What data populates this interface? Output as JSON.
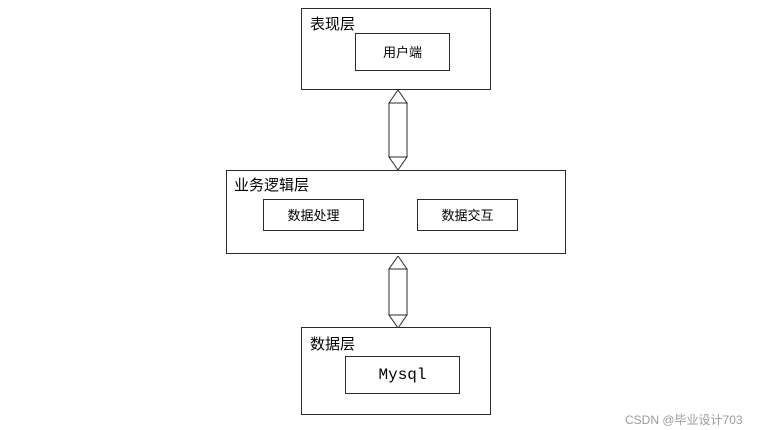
{
  "diagram": {
    "layers": [
      {
        "id": "presentation",
        "title": "表现层",
        "nodes": [
          {
            "id": "client",
            "label": "用户端"
          }
        ]
      },
      {
        "id": "business",
        "title": "业务逻辑层",
        "nodes": [
          {
            "id": "data-processing",
            "label": "数据处理"
          },
          {
            "id": "data-exchange",
            "label": "数据交互"
          }
        ]
      },
      {
        "id": "data",
        "title": "数据层",
        "nodes": [
          {
            "id": "mysql",
            "label": "Mysql"
          }
        ]
      }
    ],
    "connectors": [
      {
        "id": "presentation-business",
        "type": "double-arrow-vertical"
      },
      {
        "id": "business-data",
        "type": "double-arrow-vertical"
      }
    ],
    "colors": {
      "stroke": "#2b2b2b",
      "fill": "#ffffff",
      "text": "#000000",
      "watermark": "#9b9b9b"
    }
  },
  "watermark": {
    "text": "CSDN @毕业设计703"
  }
}
